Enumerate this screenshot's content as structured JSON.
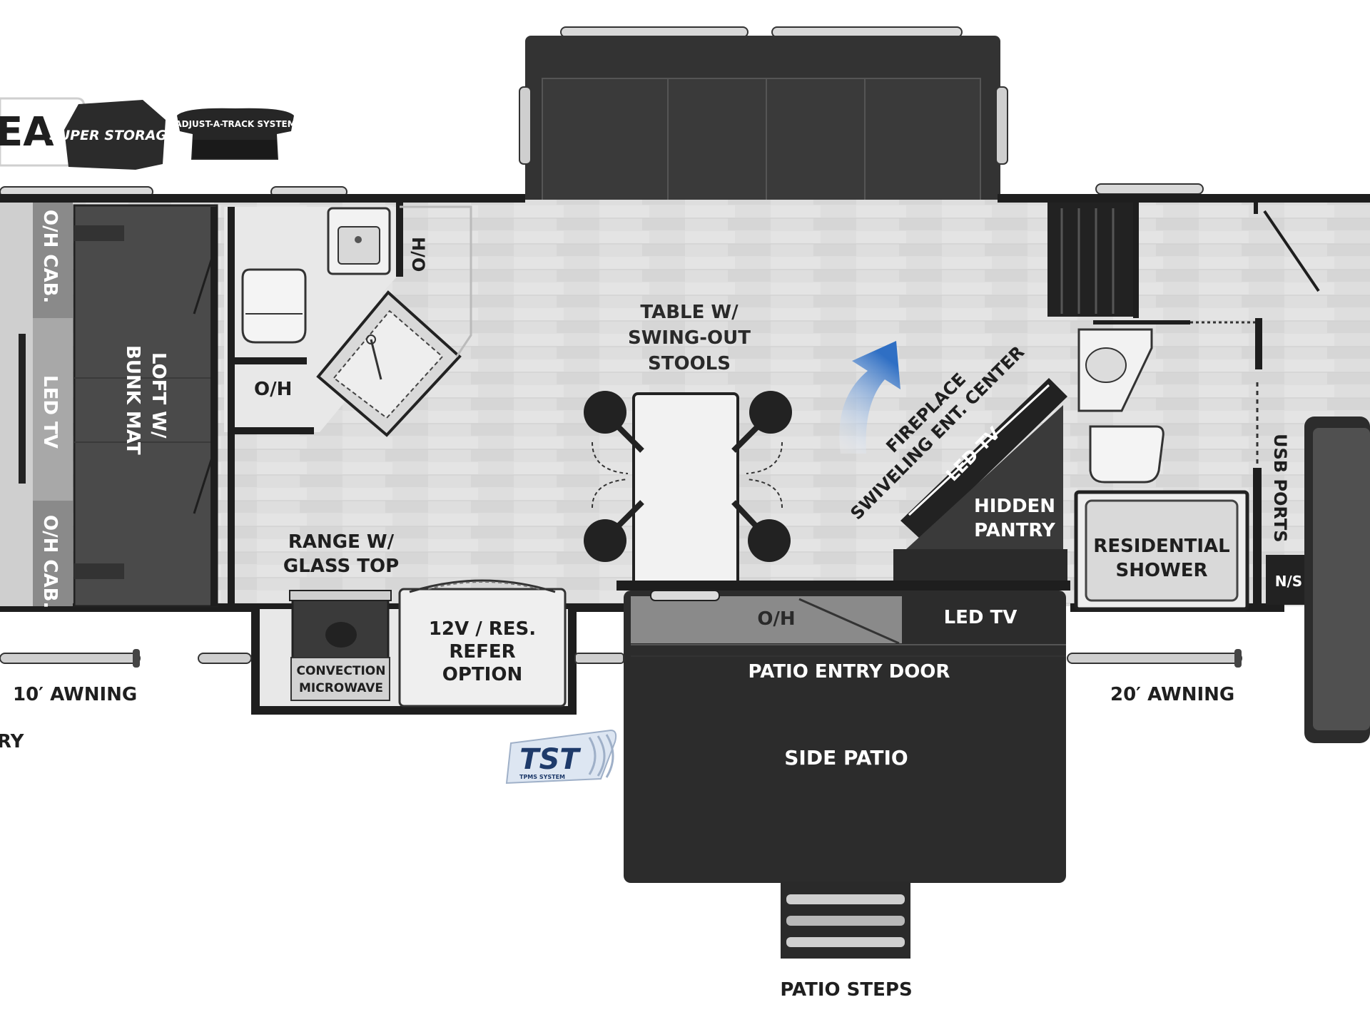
{
  "logos": {
    "model_fragment": "EA",
    "super_storage": "SUPER STORAGE",
    "adjust_a_track": "ADJUST-A-TRACK SYSTEM",
    "tst": "TST",
    "tst_sub": "TPMS SYSTEM"
  },
  "labels": {
    "oh_cab_top": "O/H CAB.",
    "oh_cab_bottom": "O/H CAB.",
    "led_tv_front": "LED TV",
    "loft_line1": "LOFT W/",
    "loft_line2": "BUNK MAT",
    "ho": "H/O",
    "oh_bath": "O/H",
    "table_line1": "TABLE W/",
    "table_line2": "SWING-OUT",
    "table_line3": "STOOLS",
    "fireplace_line1": "FIREPLACE",
    "fireplace_line2": "SWIVELING ENT. CENTER",
    "led_tv_center": "LED TV",
    "hidden_pantry_line1": "HIDDEN",
    "hidden_pantry_line2": "PANTRY",
    "residential_shower_line1": "RESIDENTIAL",
    "residential_shower_line2": "SHOWER",
    "usb_ports": "USB PORTS",
    "ns": "N/S",
    "range_line1": "RANGE W/",
    "range_line2": "GLASS TOP",
    "convection_line1": "CONVECTION",
    "convection_line2": "MICROWAVE",
    "refer_line1": "12V / RES.",
    "refer_line2": "REFER",
    "refer_line3": "OPTION",
    "oh_patio": "O/H",
    "led_tv_patio": "LED TV",
    "patio_entry_door": "PATIO ENTRY DOOR",
    "side_patio": "SIDE PATIO",
    "patio_steps": "PATIO STEPS",
    "awning_10": "10′ AWNING",
    "awning_20": "20′ AWNING",
    "left_cut_fragment": "RY"
  },
  "colors": {
    "floor": "#dcdcdc",
    "wall": "#1e1e1e",
    "dark_fill": "#2c2c2c",
    "loft": "#4a4a4a",
    "accent_arrow": "#2f6fc4"
  }
}
